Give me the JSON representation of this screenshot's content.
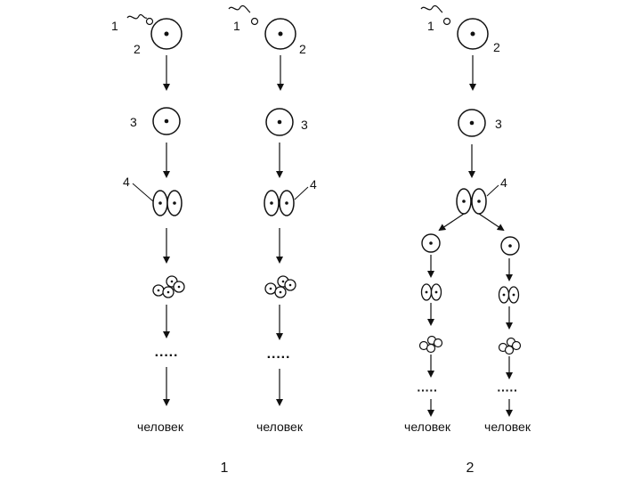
{
  "labels": {
    "sperm": "1",
    "egg": "2",
    "zygote": "3",
    "two_cell": "4"
  },
  "outcome_label": "человек",
  "ellipsis": "·····",
  "panel_numbers": [
    "1",
    "2"
  ],
  "colors": {
    "stroke": "#111111",
    "background": "#ffffff"
  }
}
